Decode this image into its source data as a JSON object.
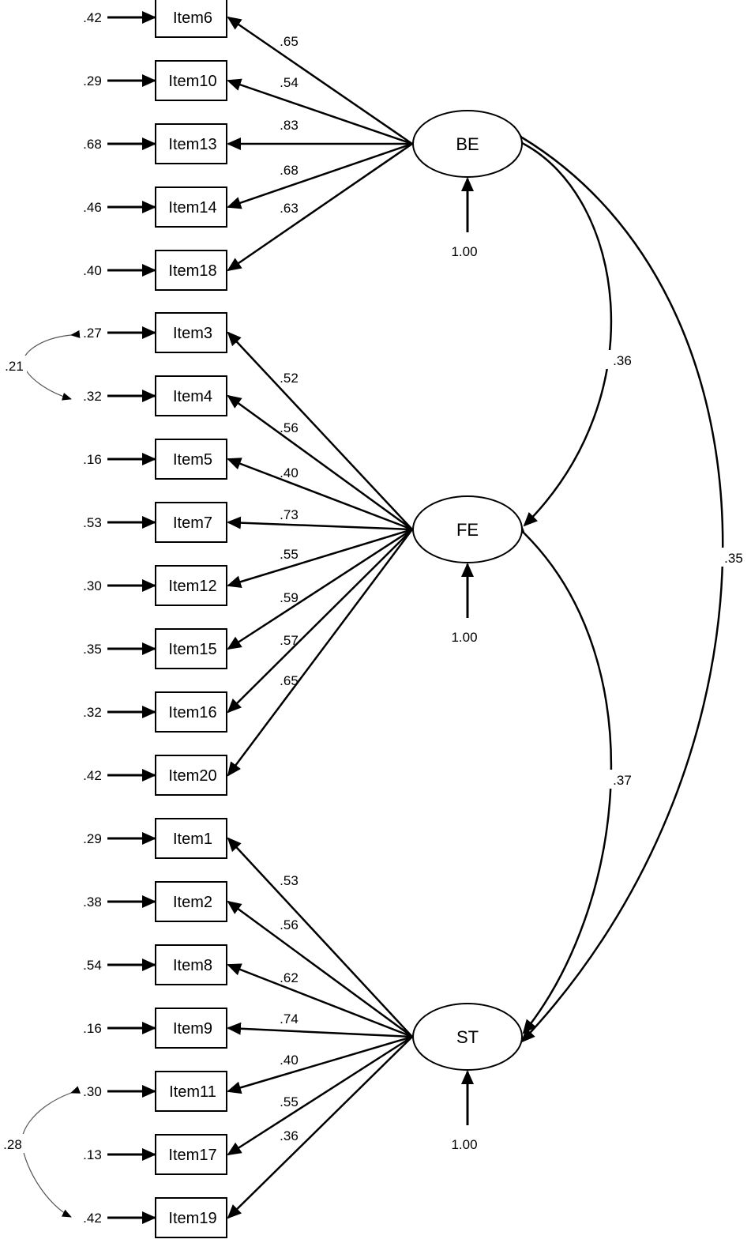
{
  "factors": [
    {
      "id": "BE",
      "label": "BE",
      "variance": "1.00"
    },
    {
      "id": "FE",
      "label": "FE",
      "variance": "1.00"
    },
    {
      "id": "ST",
      "label": "ST",
      "variance": "1.00"
    }
  ],
  "items": [
    {
      "label": "Item6",
      "error": ".42",
      "loading": ".65",
      "factor": "BE"
    },
    {
      "label": "Item10",
      "error": ".29",
      "loading": ".54",
      "factor": "BE"
    },
    {
      "label": "Item13",
      "error": ".68",
      "loading": ".83",
      "factor": "BE"
    },
    {
      "label": "Item14",
      "error": ".46",
      "loading": ".68",
      "factor": "BE"
    },
    {
      "label": "Item18",
      "error": ".40",
      "loading": ".63",
      "factor": "BE"
    },
    {
      "label": "Item3",
      "error": ".27",
      "loading": ".52",
      "factor": "FE"
    },
    {
      "label": "Item4",
      "error": ".32",
      "loading": ".56",
      "factor": "FE"
    },
    {
      "label": "Item5",
      "error": ".16",
      "loading": ".40",
      "factor": "FE"
    },
    {
      "label": "Item7",
      "error": ".53",
      "loading": ".73",
      "factor": "FE"
    },
    {
      "label": "Item12",
      "error": ".30",
      "loading": ".55",
      "factor": "FE"
    },
    {
      "label": "Item15",
      "error": ".35",
      "loading": ".59",
      "factor": "FE"
    },
    {
      "label": "Item16",
      "error": ".32",
      "loading": ".57",
      "factor": "FE"
    },
    {
      "label": "Item20",
      "error": ".42",
      "loading": ".65",
      "factor": "FE"
    },
    {
      "label": "Item1",
      "error": ".29",
      "loading": ".53",
      "factor": "ST"
    },
    {
      "label": "Item2",
      "error": ".38",
      "loading": ".56",
      "factor": "ST"
    },
    {
      "label": "Item8",
      "error": ".54",
      "loading": ".62",
      "factor": "ST"
    },
    {
      "label": "Item9",
      "error": ".16",
      "loading": ".74",
      "factor": "ST"
    },
    {
      "label": "Item11",
      "error": ".30",
      "loading": ".40",
      "factor": "ST"
    },
    {
      "label": "Item17",
      "error": ".13",
      "loading": ".55",
      "factor": "ST"
    },
    {
      "label": "Item19",
      "error": ".42",
      "loading": ".36",
      "factor": "ST"
    }
  ],
  "factor_correlations": [
    {
      "from": "BE",
      "to": "FE",
      "value": ".36"
    },
    {
      "from": "FE",
      "to": "ST",
      "value": ".37"
    },
    {
      "from": "BE",
      "to": "ST",
      "value": ".35"
    }
  ],
  "error_covariances": [
    {
      "from": "Item3",
      "to": "Item4",
      "value": ".21"
    },
    {
      "from": "Item11",
      "to": "Item19",
      "value": ".28"
    }
  ]
}
